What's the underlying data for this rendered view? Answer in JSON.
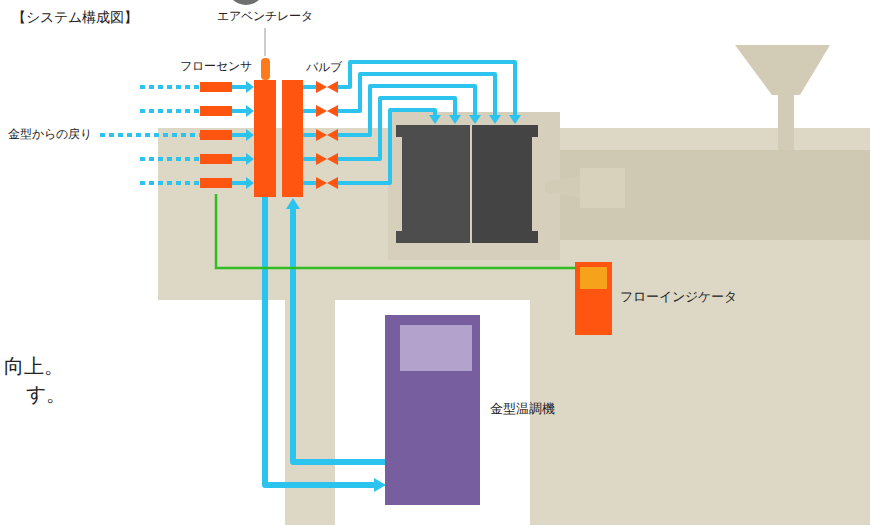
{
  "diagram": {
    "title": "【システム構成図】",
    "nodes": [
      {
        "text": [
          "フローセンサ"
        ]
      },
      {
        "text": [
          "フローインジケータ"
        ]
      },
      {
        "text": [
          "金型温調機"
        ]
      }
    ],
    "edges": [
      {
        "from": 0,
        "to": 1,
        "arrow": "none"
      }
    ],
    "labels": [
      "エアベンチレータ",
      "バルブ",
      "金型からの戻り",
      "向上。",
      "す。"
    ]
  }
}
